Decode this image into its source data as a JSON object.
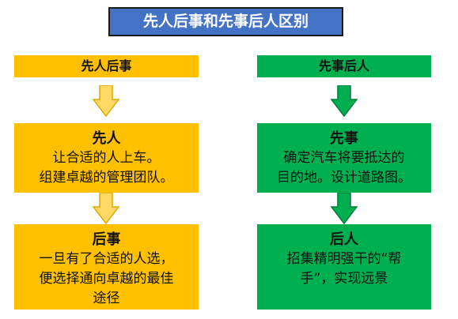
{
  "title": "先人后事和先事后人区别",
  "left": {
    "header": "先人后事",
    "step1": {
      "title": "先人",
      "lines": [
        "让合适的人上车。",
        "组建卓越的管理团队。"
      ]
    },
    "step2": {
      "title": "后事",
      "lines": [
        "一旦有了合适的人选，",
        "便选择通向卓越的最佳",
        "途径"
      ]
    }
  },
  "right": {
    "header": "先事后人",
    "step1": {
      "title": "先事",
      "lines": [
        "确定汽车将要抵达的",
        "目的地。设计道路图。"
      ]
    },
    "step2": {
      "title": "后人",
      "lines": [
        "招集精明强干的“帮",
        "手”，实现远景"
      ]
    }
  },
  "colors": {
    "title_bg": "#4472c4",
    "left_fill": "#ffc000",
    "right_fill": "#00b050",
    "left_arrow": "#ffd966",
    "right_arrow": "#00b050"
  },
  "icons": [
    "down-arrow-icon"
  ]
}
